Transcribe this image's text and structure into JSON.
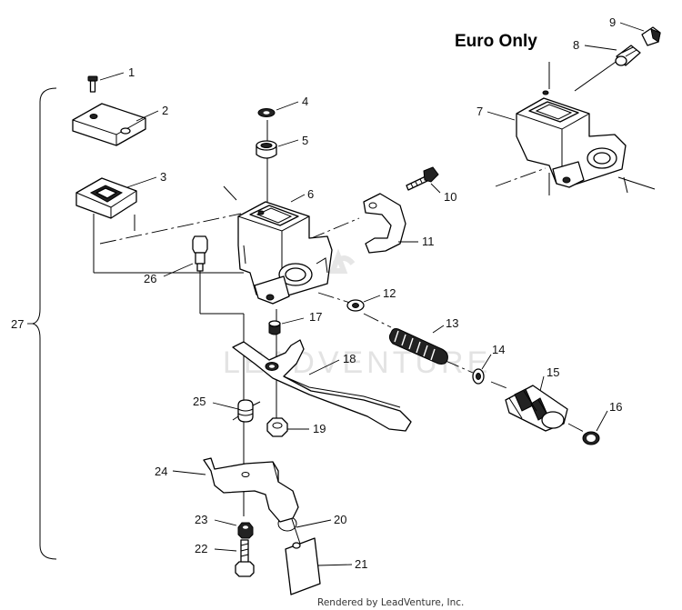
{
  "header": {
    "euro_label": "Euro Only"
  },
  "callouts": [
    "1",
    "2",
    "3",
    "4",
    "5",
    "6",
    "7",
    "8",
    "9",
    "10",
    "11",
    "12",
    "13",
    "14",
    "15",
    "16",
    "17",
    "18",
    "19",
    "20",
    "21",
    "22",
    "23",
    "24",
    "25",
    "26",
    "27"
  ],
  "footer": {
    "credit": "Rendered by LeadVenture, Inc."
  },
  "watermark": {
    "text": "LEADVENTURE"
  }
}
